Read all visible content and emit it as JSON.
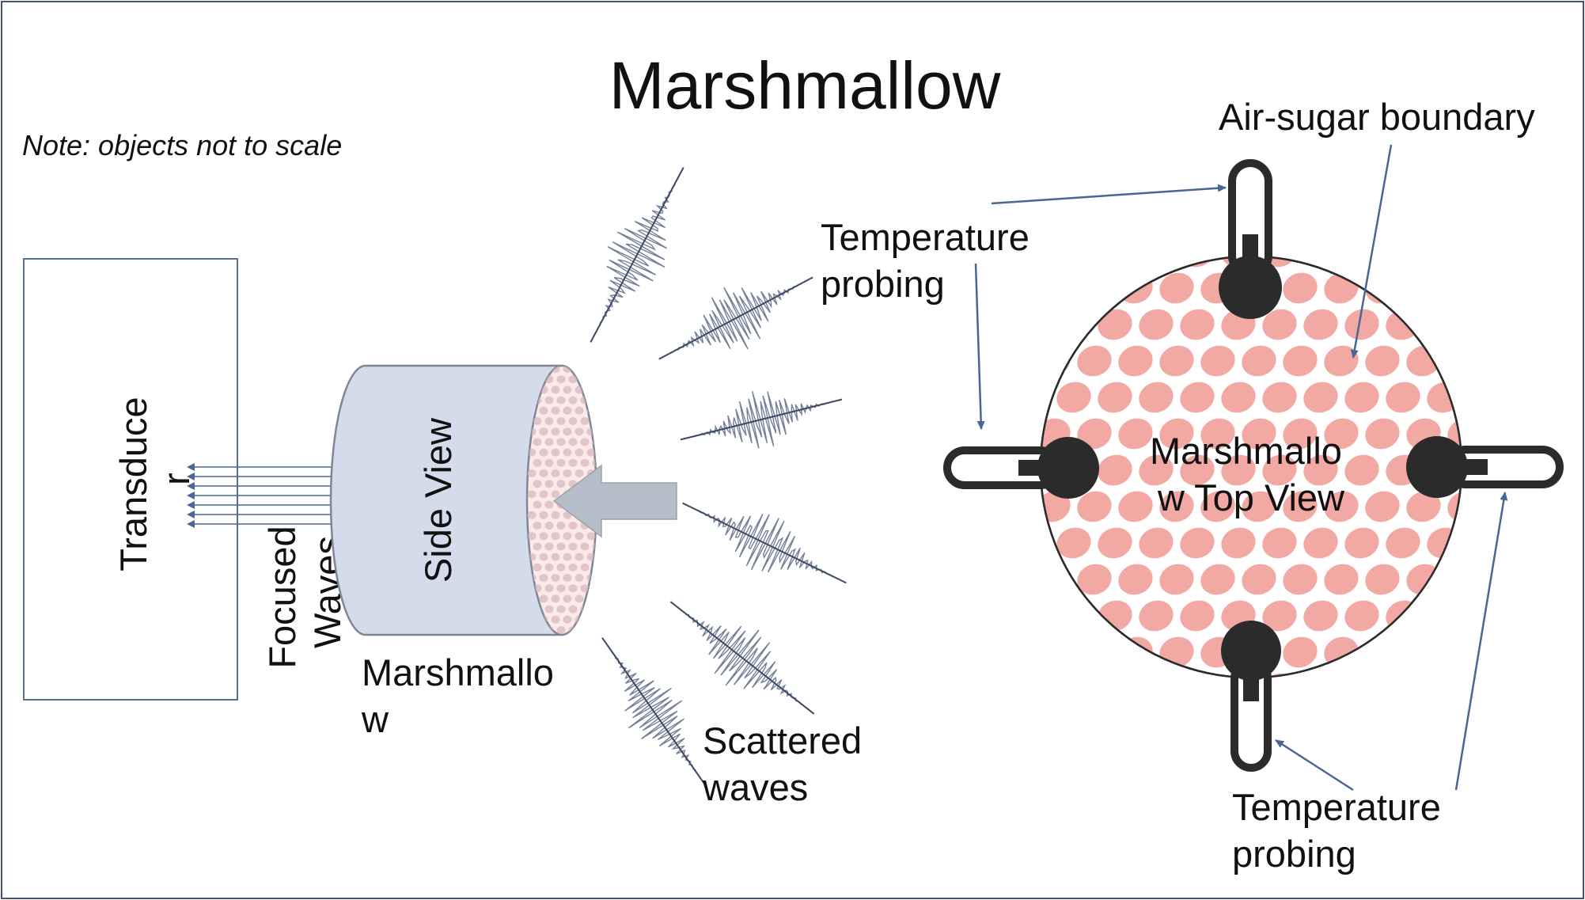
{
  "title": "Marshmallow",
  "note": "Note: objects not to scale",
  "transducer": {
    "label_line1": "Transduce",
    "label_line2": "r"
  },
  "focused_waves": {
    "label_line1": "Focused",
    "label_line2": "Waves"
  },
  "side_view": {
    "label": "Side View"
  },
  "marshmallow": {
    "label_line1": "Marshmallo",
    "label_line2": "w"
  },
  "scattered_waves": {
    "label_line1": "Scattered",
    "label_line2": "waves"
  },
  "top_view": {
    "label_line1": "Marshmallo",
    "label_line2": "w Top View"
  },
  "temperature_probing_top": {
    "label_line1": "Temperature",
    "label_line2": "probing"
  },
  "temperature_probing_bottom": {
    "label_line1": "Temperature",
    "label_line2": "probing"
  },
  "air_sugar_boundary": {
    "label": "Air-sugar boundary"
  },
  "colors": {
    "frame": "#44546a",
    "arrow": "#4a6694",
    "cylinder_fill": "#d4dcec",
    "cylinder_stroke": "#7f8796",
    "cavity_fill": "#f2a9a3",
    "disc_fill": "#fbeae8",
    "probe": "#2b2b2b",
    "big_arrow": "#b6bfc9",
    "wave": "#5a6a86"
  }
}
